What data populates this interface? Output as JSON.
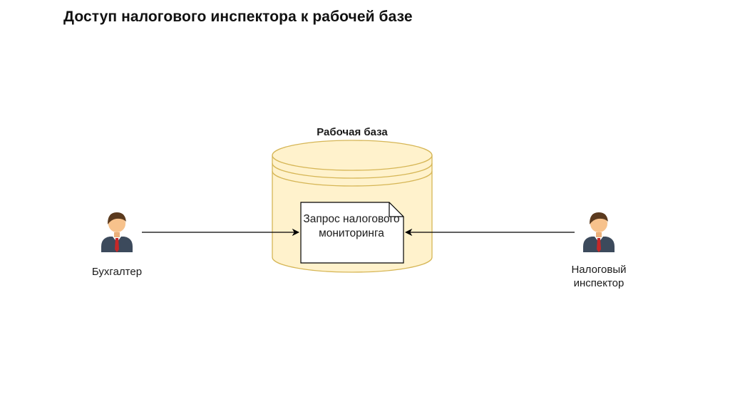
{
  "slide": {
    "title": "Доступ налогового инспектора к рабочей базе"
  },
  "diagram": {
    "database": {
      "label": "Рабочая база",
      "fill_color": "#FFF2CC",
      "stroke_color": "#D6B656"
    },
    "document": {
      "label": "Запрос налогового мониторинга"
    },
    "actors": [
      {
        "label": "Бухгалтер",
        "icon": "person-icon"
      },
      {
        "label": "Налоговый инспектор",
        "icon": "person-icon"
      }
    ],
    "arrows": [
      {
        "from": "Бухгалтер",
        "to": "Запрос налогового мониторинга"
      },
      {
        "from": "Налоговый инспектор",
        "to": "Запрос налогового мониторинга"
      }
    ],
    "colors": {
      "skin": "#F7C28C",
      "hair": "#5B3A1E",
      "suit": "#3C4A5C",
      "tie": "#C62828",
      "arrow": "#000000"
    }
  }
}
